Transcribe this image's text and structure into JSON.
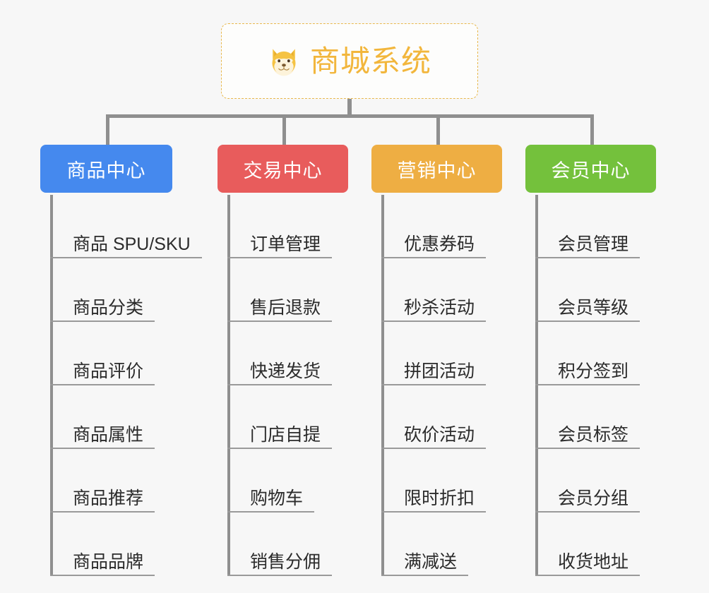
{
  "page": {
    "background_color": "#f7f7f7",
    "connector_color": "#8f8f8f",
    "leaf_line_color": "#9a9a9a",
    "leaf_text_color": "#2b2b2b"
  },
  "root": {
    "title": "商城系统",
    "icon": "shiba-dog-face-icon",
    "icon_glyph": "🐶",
    "text_color": "#f2b63c",
    "border_color": "#e8b84d",
    "background_color": "#fdfdfc",
    "border_style": "dashed"
  },
  "categories": [
    {
      "label": "商品中心",
      "color": "#4589ee",
      "items": [
        "商品 SPU/SKU",
        "商品分类",
        "商品评价",
        "商品属性",
        "商品推荐",
        "商品品牌"
      ]
    },
    {
      "label": "交易中心",
      "color": "#e85c5c",
      "items": [
        "订单管理",
        "售后退款",
        "快递发货",
        "门店自提",
        "购物车",
        "销售分佣"
      ]
    },
    {
      "label": "营销中心",
      "color": "#eeae43",
      "items": [
        "优惠券码",
        "秒杀活动",
        "拼团活动",
        "砍价活动",
        "限时折扣",
        "满减送"
      ]
    },
    {
      "label": "会员中心",
      "color": "#74c13c",
      "items": [
        "会员管理",
        "会员等级",
        "积分签到",
        "会员标签",
        "会员分组",
        "收货地址"
      ]
    }
  ]
}
